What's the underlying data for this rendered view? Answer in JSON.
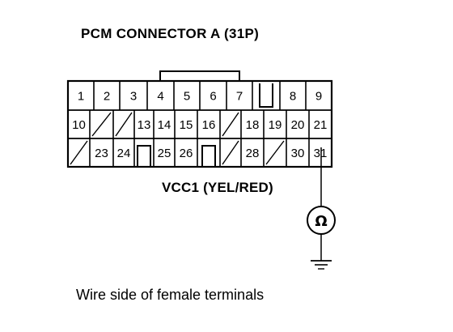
{
  "title": "PCM CONNECTOR A (31P)",
  "wire_label": "VCC1 (YEL/RED)",
  "caption": "Wire side of female terminals",
  "probe_pin": "31",
  "meter_symbol": "Ω",
  "meter_icon": "ohmmeter-icon",
  "ground_icon": "ground-icon",
  "connector": {
    "rows": [
      [
        "1",
        "2",
        "3",
        "4",
        "5",
        "6",
        "7",
        "key",
        "8",
        "9"
      ],
      [
        "10",
        "/",
        "/",
        "13",
        "14",
        "15",
        "16",
        "/",
        "18",
        "19",
        "20",
        "21"
      ],
      [
        "/",
        "23",
        "24",
        "key",
        "25",
        "26",
        "key",
        "/",
        "28",
        "/",
        "30",
        "31"
      ]
    ]
  }
}
